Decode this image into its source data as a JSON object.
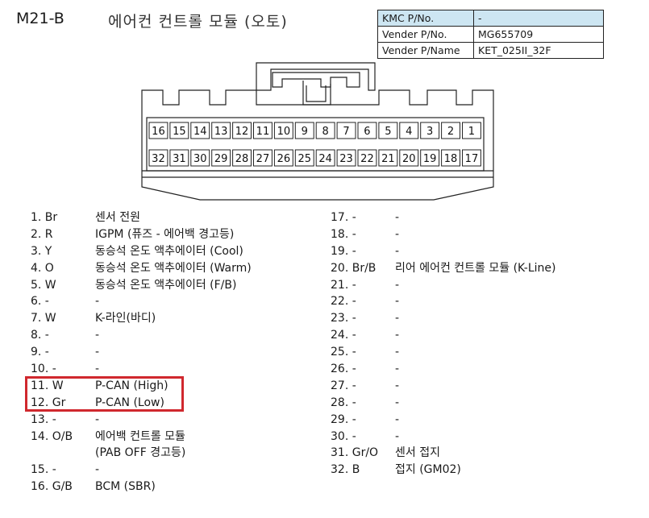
{
  "header": {
    "code": "M21-B",
    "name": "에어컨 컨트롤 모듈 (오토)"
  },
  "meta_table": [
    {
      "key": "KMC P/No.",
      "value": "-"
    },
    {
      "key": "Vender P/No.",
      "value": "MG655709"
    },
    {
      "key": "Vender P/Name",
      "value": "KET_025II_32F"
    }
  ],
  "connector": {
    "top_row": [
      "16",
      "15",
      "14",
      "13",
      "12",
      "11",
      "10",
      "9",
      "8",
      "7",
      "6",
      "5",
      "4",
      "3",
      "2",
      "1"
    ],
    "bottom_row": [
      "32",
      "31",
      "30",
      "29",
      "28",
      "27",
      "26",
      "25",
      "24",
      "23",
      "22",
      "21",
      "20",
      "19",
      "18",
      "17"
    ]
  },
  "pins_left": [
    {
      "no": "1. Br",
      "desc": "센서 전원"
    },
    {
      "no": "2. R",
      "desc": "IGPM (퓨즈 - 에어백 경고등)"
    },
    {
      "no": "3. Y",
      "desc": "동승석 온도 액추에이터 (Cool)"
    },
    {
      "no": "4. O",
      "desc": "동승석 온도 액추에이터 (Warm)"
    },
    {
      "no": "5. W",
      "desc": "동승석 온도 액추에이터 (F/B)"
    },
    {
      "no": "6. -",
      "desc": "-"
    },
    {
      "no": "7. W",
      "desc": "K-라인(바디)"
    },
    {
      "no": "8. -",
      "desc": "-"
    },
    {
      "no": "9. -",
      "desc": "-"
    },
    {
      "no": "10. -",
      "desc": "-"
    },
    {
      "no": "11. W",
      "desc": "P-CAN (High)"
    },
    {
      "no": "12. Gr",
      "desc": "P-CAN (Low)"
    },
    {
      "no": "13. -",
      "desc": "-"
    },
    {
      "no": "14. O/B",
      "desc": "에어백 컨트롤 모듈"
    },
    {
      "no": "",
      "desc": "(PAB OFF 경고등)"
    },
    {
      "no": "15. -",
      "desc": "-"
    },
    {
      "no": "16. G/B",
      "desc": "BCM (SBR)"
    }
  ],
  "pins_right": [
    {
      "no": "17. -",
      "desc": "-"
    },
    {
      "no": "18. -",
      "desc": "-"
    },
    {
      "no": "19. -",
      "desc": "-"
    },
    {
      "no": "20. Br/B",
      "desc": "리어 에어컨 컨트롤 모듈 (K-Line)"
    },
    {
      "no": "21. -",
      "desc": "-"
    },
    {
      "no": "22. -",
      "desc": "-"
    },
    {
      "no": "23. -",
      "desc": "-"
    },
    {
      "no": "24. -",
      "desc": "-"
    },
    {
      "no": "25. -",
      "desc": "-"
    },
    {
      "no": "26. -",
      "desc": "-"
    },
    {
      "no": "27. -",
      "desc": "-"
    },
    {
      "no": "28. -",
      "desc": "-"
    },
    {
      "no": "29. -",
      "desc": "-"
    },
    {
      "no": "30. -",
      "desc": "-"
    },
    {
      "no": "31. Gr/O",
      "desc": "센서 접지"
    },
    {
      "no": "32. B",
      "desc": "접지 (GM02)"
    }
  ],
  "colors": {
    "highlight": "#d0282e",
    "table_header_bg": "#cde6f2"
  }
}
